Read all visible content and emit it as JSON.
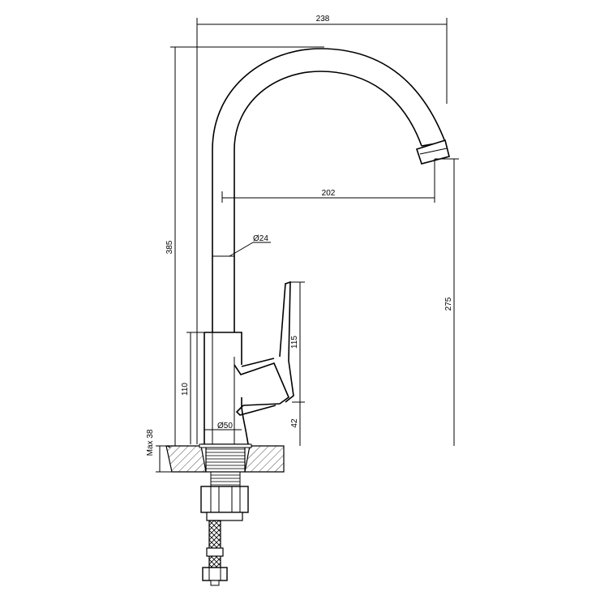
{
  "dimensions": {
    "total_width": "238",
    "spout_reach": "202",
    "total_height": "385",
    "spout_diameter": "Ø24",
    "spout_height": "275",
    "lever_height": "115",
    "body_height": "110",
    "lever_base_height": "42",
    "base_diameter": "Ø50",
    "max_deck_thickness": "Max 38"
  }
}
